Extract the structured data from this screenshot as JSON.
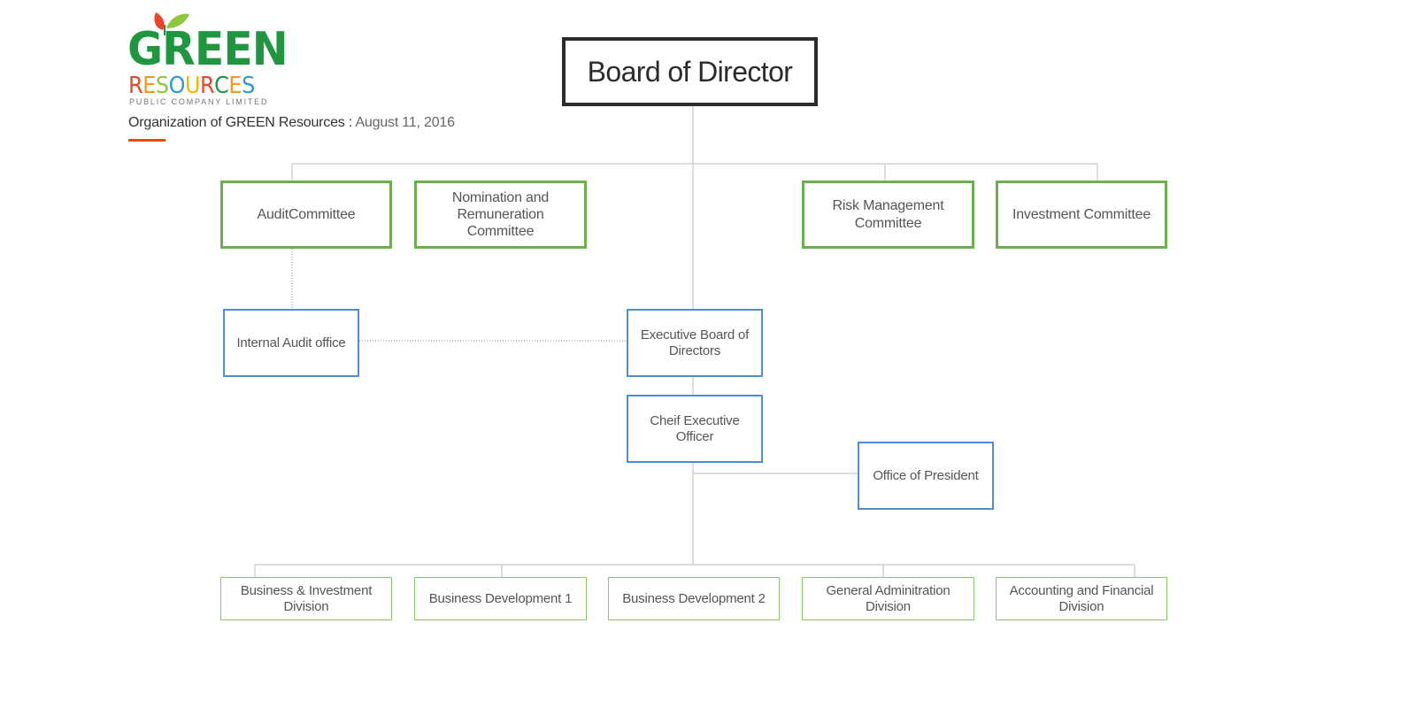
{
  "header": {
    "logo": {
      "word_g": "G",
      "word_reen": "REEN",
      "resources": [
        "R",
        "E",
        "S",
        "O",
        "U",
        "R",
        "C",
        "E",
        "S"
      ],
      "resources_colors": [
        "#e8462a",
        "#f29a1d",
        "#8dc63f",
        "#2b9bd7",
        "#f4b400",
        "#e8462a",
        "#1f9640",
        "#f29a1d",
        "#2b9bd7"
      ],
      "subtitle": "PUBLIC COMPANY LIMITED",
      "leaf_colors": [
        "#e8462a",
        "#8dc63f"
      ]
    },
    "org_title": "Organization of GREEN Resources :",
    "org_date": "August 11, 2016",
    "underline_color": "#e24b1a"
  },
  "chart": {
    "board": "Board of Director",
    "committees": {
      "audit": "AuditCommittee",
      "nomination": "Nomination and Remuneration Committee",
      "risk": "Risk Management Committee",
      "investment": "Investment Committee"
    },
    "executive": {
      "internal_audit": "Internal Audit office",
      "exec_board": "Executive Board of Directors",
      "ceo": "Cheif Executive Officer",
      "president_office": "Office of President"
    },
    "divisions": {
      "business_investment": "Business & Investment Division",
      "bizdev1": "Business Development 1",
      "bizdev2": "Business Development 2",
      "general_admin": "General Adminitration Division",
      "accounting": "Accounting and Financial Division"
    }
  },
  "colors": {
    "board_border": "#2b2b2b",
    "committee_border": "#6ab04c",
    "executive_border": "#4a8ed6",
    "division_border": "#8cc96a",
    "connector": "#bbbbbb"
  }
}
